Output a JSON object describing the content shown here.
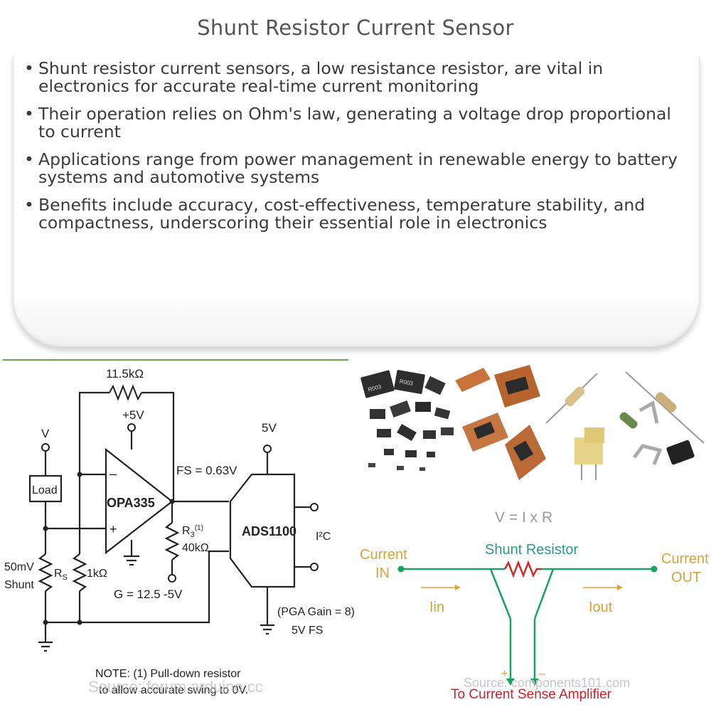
{
  "title": "Shunt Resistor Current Sensor",
  "bullets": [
    "Shunt resistor current sensors, a low resistance resistor, are vital in electronics for accurate real-time current monitoring",
    "Their operation relies on Ohm's law, generating a voltage drop proportional to current",
    "Applications range from power management in renewable energy to battery systems and automotive systems",
    "Benefits include accuracy, cost-effectiveness, temperature stability, and compactness, underscoring their essential role in electronics"
  ],
  "circuit": {
    "feedback_resistor": "11.5kΩ",
    "supply_pos": "+5V",
    "supply_neg": "-5V",
    "adc_supply": "5V",
    "v_label": "V",
    "load": "Load",
    "opamp_name": "OPA335",
    "minus": "–",
    "plus": "+",
    "fs": "FS = 0.63V",
    "r3_label": "R",
    "r3_sub": "3",
    "r3_sup": "(1)",
    "r3_value": "40kΩ",
    "adc_name": "ADS1100",
    "i2c": "I²C",
    "shunt_voltage": "50mV",
    "shunt_text": "Shunt",
    "rs_label": "R",
    "rs_sub": "S",
    "r1k": "1kΩ",
    "gain": "G = 12.5",
    "pga": "(PGA Gain = 8)",
    "fs5": "5V FS",
    "note_line1": "NOTE: (1) Pull-down resistor",
    "note_line2": "to allow accurate swing to 0V.",
    "source": "Source: forum.arduino.cc"
  },
  "components_photo": {
    "chip_marks": [
      "R003",
      "R003"
    ]
  },
  "shunt_diagram": {
    "formula": "V = I x R",
    "resistor_label": "Shunt Resistor",
    "current_in": [
      "Current",
      "IN"
    ],
    "current_out": [
      "Current",
      "OUT"
    ],
    "iin": "Iin",
    "iout": "Iout",
    "plus": "+",
    "minus": "–",
    "amplifier": "To Current Sense Amplifier",
    "source": "Source: components101.com"
  },
  "colors": {
    "wire_green": "#1aa060",
    "label_orange": "#d8a33a",
    "label_teal": "#2b9b8a",
    "amp_red": "#d0202a",
    "resistor_red": "#d02a2a"
  }
}
